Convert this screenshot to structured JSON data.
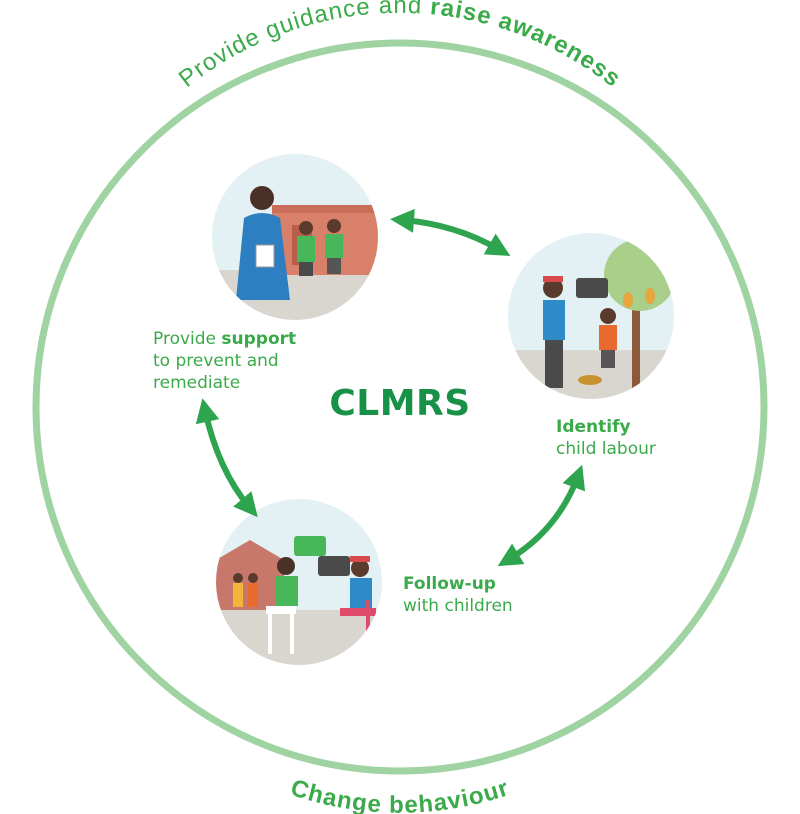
{
  "outer_ring": {
    "top_text_regular": "Provide guidance and ",
    "top_text_bold": "raise awareness",
    "bottom_text": "Change behaviour"
  },
  "center": {
    "title": "CLMRS"
  },
  "steps": {
    "support": {
      "line1_regular": "Provide ",
      "line1_bold": "support",
      "line2": "to prevent and",
      "line3": "remediate"
    },
    "identify": {
      "line1": "Identify",
      "line2": "child labour"
    },
    "followup": {
      "line1": "Follow-up",
      "line2": "with children"
    }
  },
  "icons": [
    "teacher-with-students-illustration",
    "identify-child-labour-illustration",
    "follow-up-meeting-illustration",
    "cycle-arrow-icon"
  ],
  "colors": {
    "ring": "#9fd3a2",
    "text": "#3aaa4a",
    "title": "#179148",
    "arrow": "#2fa44f"
  }
}
